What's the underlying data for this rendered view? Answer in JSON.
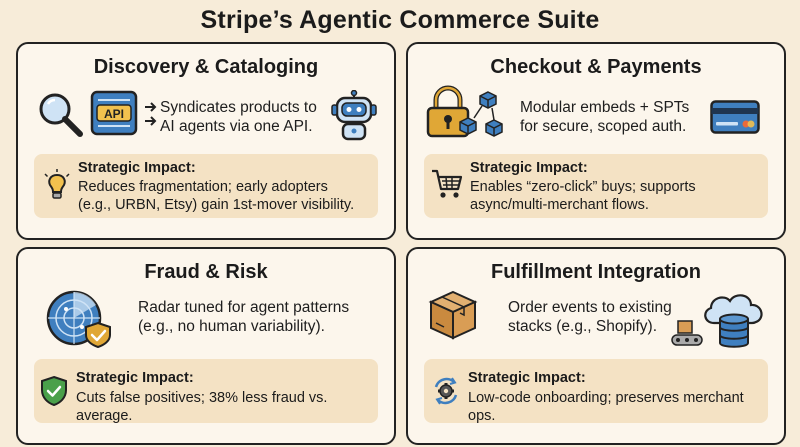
{
  "page": {
    "title": "Stripe’s Agentic Commerce Suite"
  },
  "cards": [
    {
      "title": "Discovery & Cataloging",
      "desc_lines": [
        "Syndicates products to",
        "AI agents via one API."
      ],
      "api_label": "API",
      "impact_head": "Strategic Impact:",
      "impact_lines": [
        "Reduces fragmentation; early adopters",
        "(e.g., URBN, Etsy) gain 1st-mover visibility."
      ],
      "icons": [
        "magnifier-icon",
        "api-server-icon",
        "robot-icon",
        "lightbulb-icon"
      ]
    },
    {
      "title": "Checkout & Payments",
      "desc_lines": [
        "Modular embeds + SPTs",
        "for secure, scoped auth."
      ],
      "impact_head": "Strategic Impact:",
      "impact_lines": [
        "Enables “zero-click” buys; supports",
        "async/multi-merchant flows."
      ],
      "icons": [
        "padlock-icon",
        "modules-icon",
        "credit-card-icon",
        "shopping-cart-icon"
      ]
    },
    {
      "title": "Fraud & Risk",
      "desc_lines": [
        "Radar tuned for agent patterns",
        "(e.g., no human variability)."
      ],
      "impact_head": "Strategic Impact:",
      "impact_lines": [
        "Cuts false positives; 38% less fraud vs. average."
      ],
      "icons": [
        "radar-icon",
        "shield-check-icon"
      ]
    },
    {
      "title": "Fulfillment Integration",
      "desc_lines": [
        "Order events to existing",
        "stacks (e.g., Shopify)."
      ],
      "impact_head": "Strategic Impact:",
      "impact_lines": [
        "Low-code onboarding; preserves merchant ops."
      ],
      "icons": [
        "package-icon",
        "cloud-database-icon",
        "conveyor-icon",
        "gear-cycle-icon"
      ]
    }
  ],
  "colors": {
    "background": "#f7ecd9",
    "card": "#fcf6ec",
    "impact_panel": "#f4e2c4",
    "blue": "#3f7fbf",
    "amber": "#e0a736",
    "green": "#4aa04a"
  }
}
